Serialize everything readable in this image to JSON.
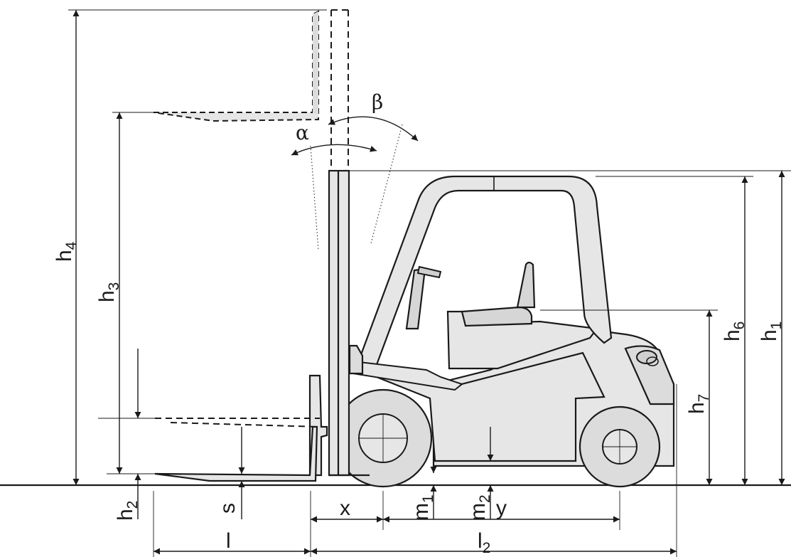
{
  "colors": {
    "ink": "#1a1a1a",
    "fill": "#e6e6e6",
    "fill_dark": "#d6d6d6",
    "background": "#ffffff"
  },
  "labels": {
    "h1": {
      "base": "h",
      "sub": "1"
    },
    "h2": {
      "base": "h",
      "sub": "2"
    },
    "h3": {
      "base": "h",
      "sub": "3"
    },
    "h4": {
      "base": "h",
      "sub": "4"
    },
    "h6": {
      "base": "h",
      "sub": "6"
    },
    "h7": {
      "base": "h",
      "sub": "7"
    },
    "m1": {
      "base": "m",
      "sub": "1"
    },
    "m2": {
      "base": "m",
      "sub": "2"
    },
    "l2": {
      "base": "l",
      "sub": "2"
    },
    "l": "l",
    "s": "s",
    "x": "x",
    "y": "y",
    "alpha": "α",
    "beta": "β"
  }
}
